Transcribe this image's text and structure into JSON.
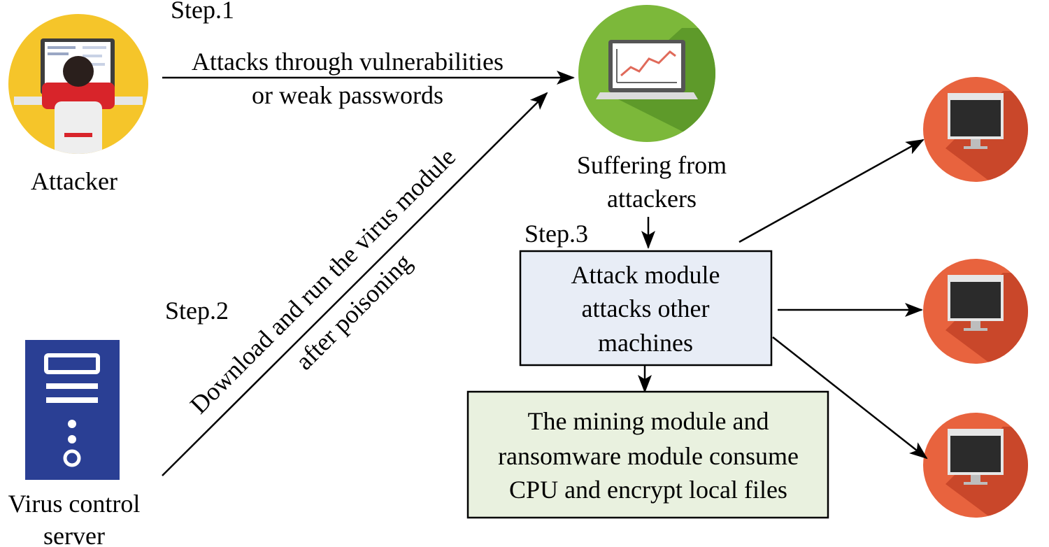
{
  "labels": {
    "step1": "Step.1",
    "step2": "Step.2",
    "step3": "Step.3",
    "attacker": "Attacker",
    "server_line1": "Virus control",
    "server_line2": "server",
    "suffering_line1": "Suffering from",
    "suffering_line2": "attackers"
  },
  "edges": {
    "step1_line1": "Attacks through vulnerabilities",
    "step1_line2": "or weak passwords",
    "step2_line1": "Download and run the virus module",
    "step2_line2": "after poisoning"
  },
  "boxes": {
    "attack_module": {
      "line1": "Attack module",
      "line2": "attacks other",
      "line3": "machines",
      "fill": "#e8edf6"
    },
    "mining": {
      "line1": "The mining module and",
      "line2": "ransomware module consume",
      "line3": "CPU and encrypt local files",
      "fill": "#e9f1df"
    }
  },
  "icons": {
    "attacker": "attacker-computer-icon",
    "victim": "infected-laptop-chart-icon",
    "server": "server-tower-icon",
    "target": "monitor-icon"
  },
  "colors": {
    "attacker_circle": "#f5c52a",
    "victim_circle": "#7cb83a",
    "server_body": "#2a3f94",
    "target_circle": "#e8633e",
    "target_shadow": "#c9472a",
    "attacker_shirt": "#d8242a"
  }
}
